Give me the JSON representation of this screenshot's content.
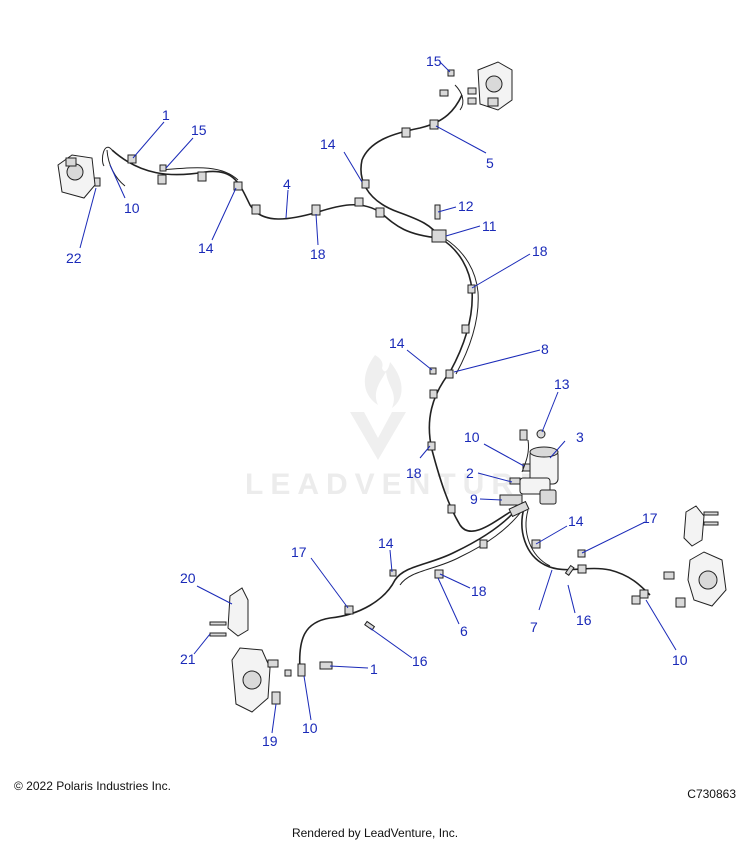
{
  "watermark": "LEADVENTURE",
  "copyright": "© 2022 Polaris Industries Inc.",
  "drawing_id": "C730863",
  "rendered_by": "Rendered by LeadVenture, Inc.",
  "callouts": [
    {
      "id": "c1a",
      "label": "1"
    },
    {
      "id": "c15a",
      "label": "15"
    },
    {
      "id": "c10a",
      "label": "10"
    },
    {
      "id": "c22",
      "label": "22"
    },
    {
      "id": "c14a",
      "label": "14"
    },
    {
      "id": "c4",
      "label": "4"
    },
    {
      "id": "c18a",
      "label": "18"
    },
    {
      "id": "c14b",
      "label": "14"
    },
    {
      "id": "c15b",
      "label": "15"
    },
    {
      "id": "c5",
      "label": "5"
    },
    {
      "id": "c12",
      "label": "12"
    },
    {
      "id": "c11",
      "label": "11"
    },
    {
      "id": "c18b",
      "label": "18"
    },
    {
      "id": "c14c",
      "label": "14"
    },
    {
      "id": "c8",
      "label": "8"
    },
    {
      "id": "c13",
      "label": "13"
    },
    {
      "id": "c10b",
      "label": "10"
    },
    {
      "id": "c3",
      "label": "3"
    },
    {
      "id": "c2",
      "label": "2"
    },
    {
      "id": "c18c",
      "label": "18"
    },
    {
      "id": "c9",
      "label": "9"
    },
    {
      "id": "c14d",
      "label": "14"
    },
    {
      "id": "c17a",
      "label": "17"
    },
    {
      "id": "c17b",
      "label": "17"
    },
    {
      "id": "c14e",
      "label": "14"
    },
    {
      "id": "c18d",
      "label": "18"
    },
    {
      "id": "c20",
      "label": "20"
    },
    {
      "id": "c7",
      "label": "7"
    },
    {
      "id": "c16a",
      "label": "16"
    },
    {
      "id": "c6",
      "label": "6"
    },
    {
      "id": "c21",
      "label": "21"
    },
    {
      "id": "c16b",
      "label": "16"
    },
    {
      "id": "c10c",
      "label": "10"
    },
    {
      "id": "c1b",
      "label": "1"
    },
    {
      "id": "c10d",
      "label": "10"
    },
    {
      "id": "c19",
      "label": "19"
    }
  ]
}
